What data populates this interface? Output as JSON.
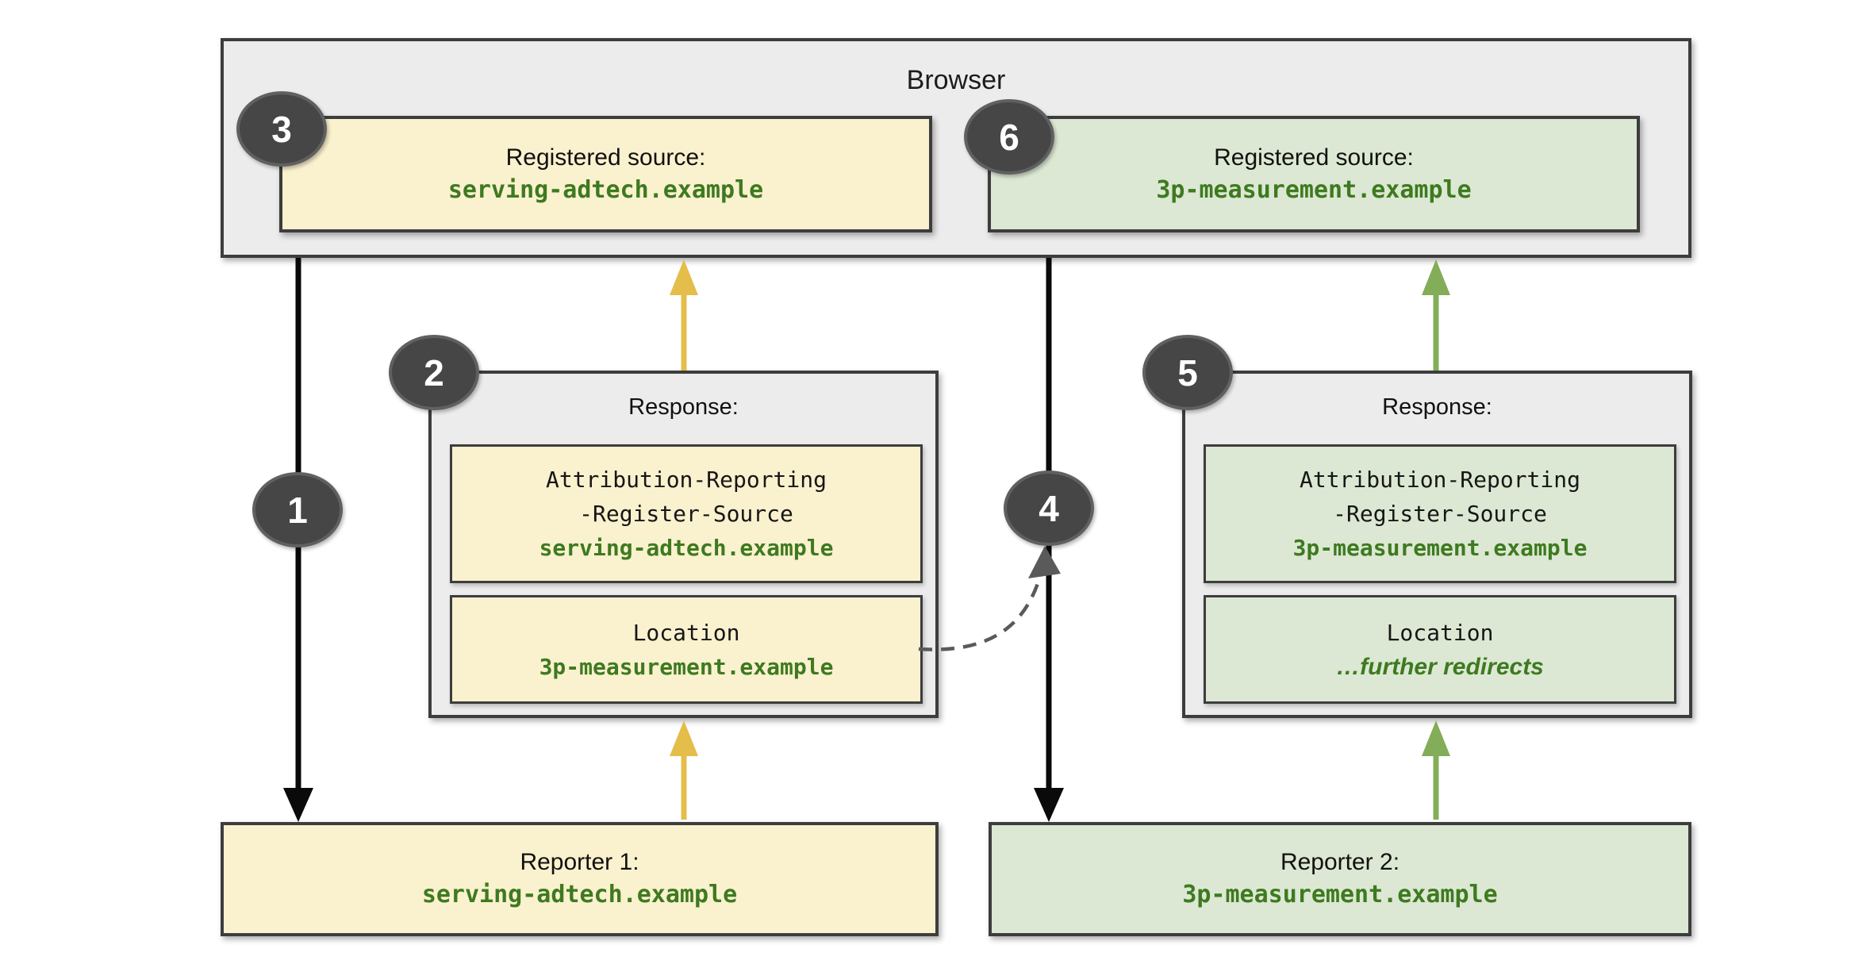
{
  "browser": {
    "title": "Browser"
  },
  "registered_source_1": {
    "label": "Registered source:",
    "domain": "serving-adtech.example"
  },
  "registered_source_2": {
    "label": "Registered source:",
    "domain": "3p-measurement.example"
  },
  "response_1": {
    "title": "Response:",
    "header_line_1": "Attribution-Reporting",
    "header_line_2": "-Register-Source",
    "header_value": "serving-adtech.example",
    "location_label": "Location",
    "location_value": "3p-measurement.example"
  },
  "response_2": {
    "title": "Response:",
    "header_line_1": "Attribution-Reporting",
    "header_line_2": "-Register-Source",
    "header_value": "3p-measurement.example",
    "location_label": "Location",
    "location_value": "…further redirects"
  },
  "reporter_1": {
    "label": "Reporter 1:",
    "domain": "serving-adtech.example"
  },
  "reporter_2": {
    "label": "Reporter 2:",
    "domain": "3p-measurement.example"
  },
  "steps": {
    "s1": "1",
    "s2": "2",
    "s3": "3",
    "s4": "4",
    "s5": "5",
    "s6": "6"
  },
  "colors": {
    "gray_fill": "#ececec",
    "yellow_fill": "#faf1ce",
    "green_fill": "#dce8d3",
    "box_border": "#3d3d3d",
    "green_text": "#3e7a20",
    "black_arrow": "#0a0a0a",
    "yellow_arrow": "#e4bd4a",
    "green_arrow": "#83ad58",
    "dashed_arrow": "#5a5a5a",
    "badge_fill": "#464646"
  }
}
